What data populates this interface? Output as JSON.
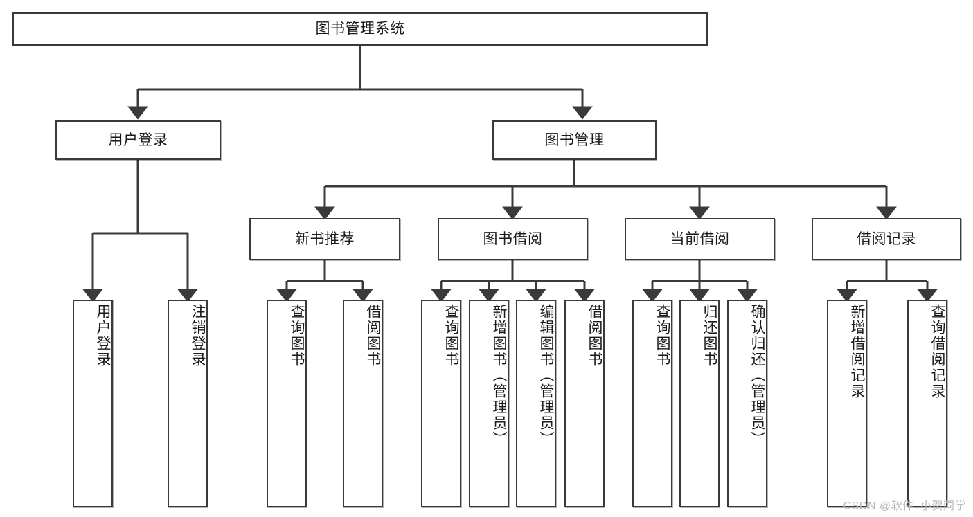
{
  "diagram": {
    "title": "图书管理系统",
    "type": "tree-hierarchy-diagram",
    "root": {
      "label": "图书管理系统"
    },
    "level1": [
      {
        "label": "用户登录"
      },
      {
        "label": "图书管理"
      }
    ],
    "level2": [
      {
        "label": "新书推荐"
      },
      {
        "label": "图书借阅"
      },
      {
        "label": "当前借阅"
      },
      {
        "label": "借阅记录"
      }
    ],
    "leaves": {
      "user_login": [
        {
          "label": "用户登录"
        },
        {
          "label": "注销登录"
        }
      ],
      "new_book_recommend": [
        {
          "label": "查询图书"
        },
        {
          "label": "借阅图书"
        }
      ],
      "book_borrow": [
        {
          "label": "查询图书"
        },
        {
          "label": "新增图书（管理员）"
        },
        {
          "label": "编辑图书（管理员）"
        },
        {
          "label": "借阅图书"
        }
      ],
      "current_borrow": [
        {
          "label": "查询图书"
        },
        {
          "label": "归还图书"
        },
        {
          "label": "确认归还（管理员）"
        }
      ],
      "borrow_record": [
        {
          "label": "新增借阅记录"
        },
        {
          "label": "查询借阅记录"
        }
      ]
    }
  },
  "watermark": {
    "text": "CSDN @软件_小贺同学"
  },
  "colors": {
    "stroke": "#3a3a3a",
    "box_fill": "#ffffff",
    "text": "#1a1a1a",
    "watermark": "#b9b9b9",
    "background": "#ffffff"
  }
}
